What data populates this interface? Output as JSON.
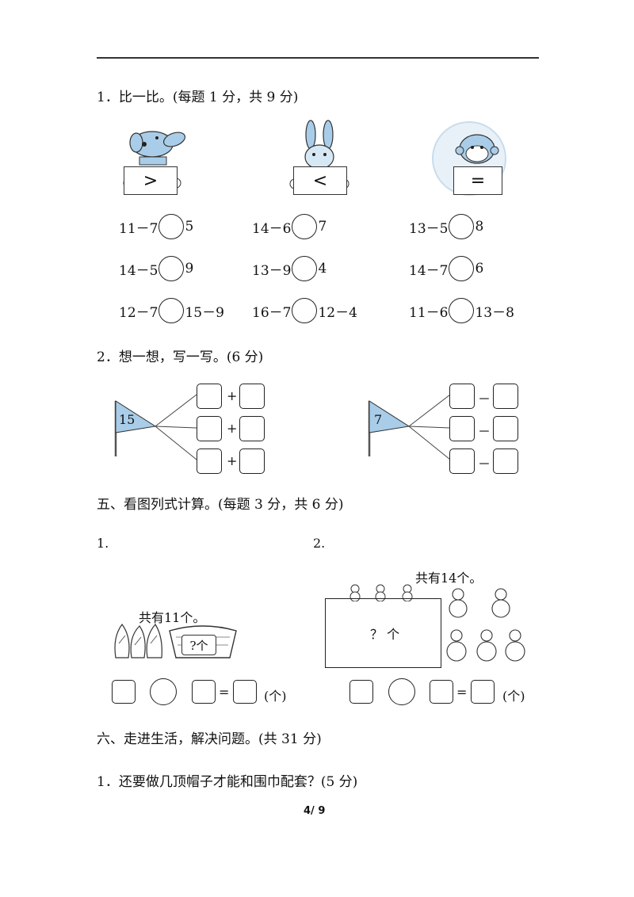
{
  "section1": {
    "heading": "1．比一比。(每题 1 分，共 9 分)",
    "signs": [
      ">",
      "<",
      "="
    ],
    "rows": [
      [
        {
          "left": "11－7",
          "right": "5"
        },
        {
          "left": "14－6",
          "right": "7"
        },
        {
          "left": "13－5",
          "right": "8"
        }
      ],
      [
        {
          "left": "14－5",
          "right": "9"
        },
        {
          "left": "13－9",
          "right": "4"
        },
        {
          "left": "14－7",
          "right": "6"
        }
      ],
      [
        {
          "left": "12－7",
          "right": "15－9"
        },
        {
          "left": "16－7",
          "right": "12－4"
        },
        {
          "left": "11－6",
          "right": "13－8"
        }
      ]
    ]
  },
  "section2": {
    "heading": "2．想一想，写一写。(6 分)",
    "flag_left": "15",
    "flag_right": "7",
    "op_plus": "+",
    "op_minus": "－"
  },
  "section5": {
    "heading": "五、看图列式计算。(每题 3 分，共 6 分)",
    "q1_label": "1.",
    "q2_label": "2.",
    "q1_total": "共有11个。",
    "q1_unknown": "?个",
    "q2_total": "共有14个。",
    "q2_unknown": "？ 个",
    "equals": "=",
    "unit": "(个)"
  },
  "section6": {
    "heading": "六、走进生活，解决问题。(共 31 分)",
    "q1": "1．还要做几顶帽子才能和围巾配套？(5 分)"
  },
  "footer": {
    "page": "4/ 9"
  }
}
